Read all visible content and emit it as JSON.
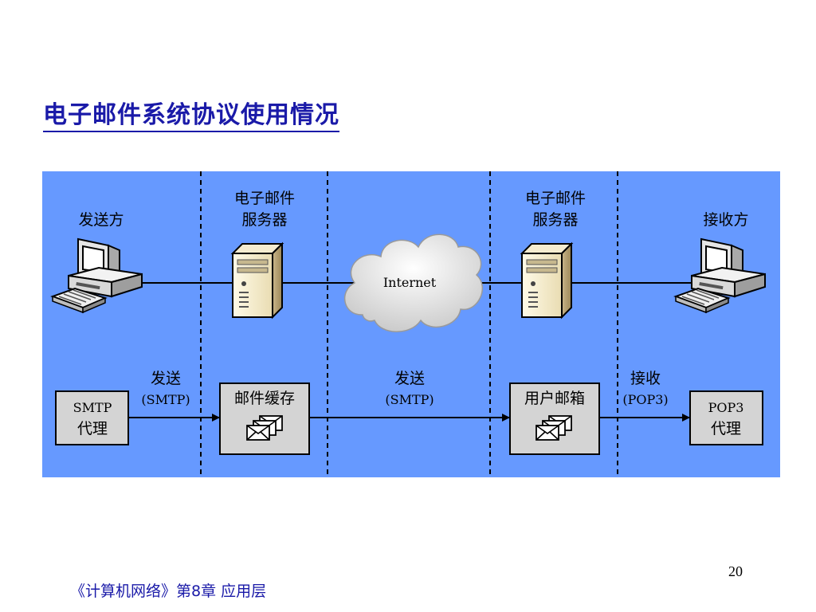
{
  "slide": {
    "title": "电子邮件系统协议使用情况",
    "page_number": "20",
    "footer": "《计算机网络》第8章  应用层"
  },
  "diagram": {
    "background_color": "#6699ff",
    "headers": {
      "sender": "发送方",
      "server_left_line1": "电子邮件",
      "server_left_line2": "服务器",
      "server_right_line1": "电子邮件",
      "server_right_line2": "服务器",
      "receiver": "接收方"
    },
    "cloud_label": "Internet",
    "boxes": {
      "smtp_agent_line1": "SMTP",
      "smtp_agent_line2": "代理",
      "mail_cache": "邮件缓存",
      "user_mailbox": "用户邮箱",
      "pop3_agent_line1": "POP3",
      "pop3_agent_line2": "代理"
    },
    "arrows": {
      "send1_line1": "发送",
      "send1_line2": "(SMTP)",
      "send2_line1": "发送",
      "send2_line2": "(SMTP)",
      "recv_line1": "接收",
      "recv_line2": "(POP3)"
    },
    "icons": [
      "computer-icon",
      "server-icon",
      "cloud-icon",
      "envelope-stack-icon"
    ]
  }
}
